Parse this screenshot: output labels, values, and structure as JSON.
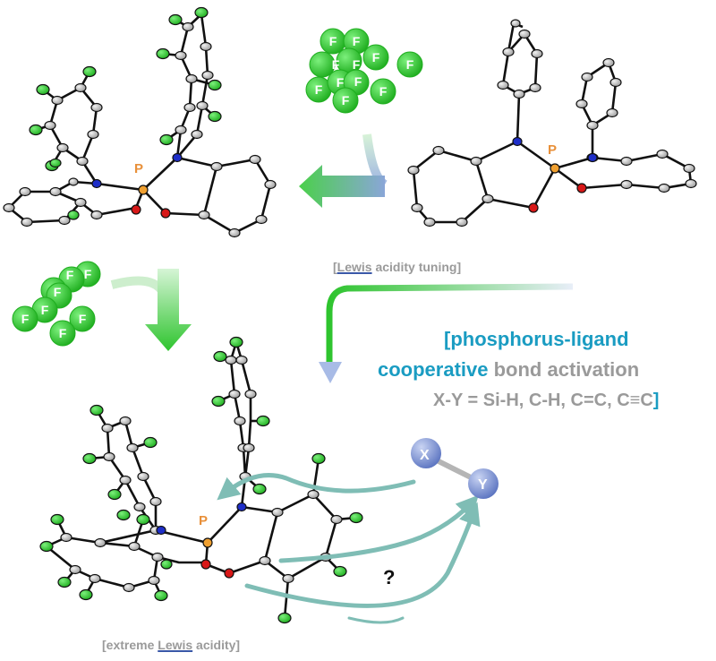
{
  "labels": {
    "phosphorus": "P",
    "fluorine": "F",
    "atom_x": "X",
    "atom_y": "Y",
    "question": "?"
  },
  "captions": {
    "tuning": {
      "open": "[",
      "lewis": "Lewis",
      "rest": " acidity tuning]"
    },
    "extreme": {
      "open": "[extreme ",
      "lewis": "Lewis",
      "rest": " acidity]"
    }
  },
  "headline": {
    "line1": "[phosphorus-ligand",
    "line2_blue": "cooperative",
    "line2_grey": " bond activation",
    "line3_grey": "X-Y = Si-H, C-H, C=C, C≡C",
    "line3_close": "]"
  },
  "colors": {
    "fluorine": "#2fc82f",
    "carbon": "#c8c8c8",
    "nitrogen": "#1e2ec8",
    "oxygen": "#d81818",
    "phosphorus": "#f0a030",
    "accent_blue": "#1a9cc2",
    "caption_grey": "#9a9a9a",
    "teal_arrow": "#7fbdb5",
    "xy_sphere": "#7f95d4"
  }
}
